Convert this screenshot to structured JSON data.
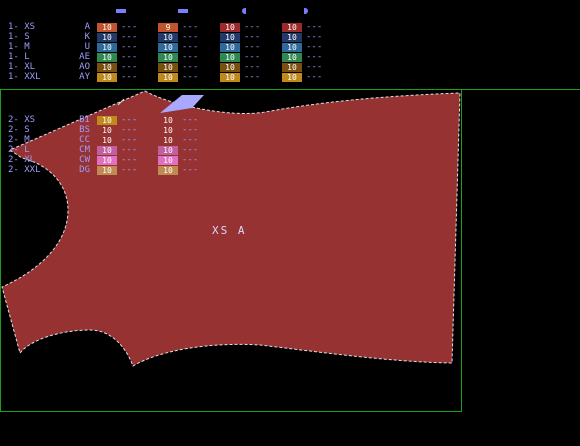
{
  "header_markers": [
    "bar",
    "bar",
    "half-circle",
    "half-circle"
  ],
  "colors": {
    "line": "#1aa01a",
    "piece_fill": "#973232",
    "piece_outline": "#e0e0e0",
    "label": "#9c9cff",
    "highlight": "#a8a8ff"
  },
  "group1": {
    "rows": [
      {
        "size": "1- XS",
        "code": "A",
        "cells": [
          {
            "v": "10",
            "c": "#c0542c"
          },
          {
            "v": "9",
            "c": "#c0542c"
          },
          {
            "v": "10",
            "c": "#9c2a2a"
          },
          {
            "v": "10",
            "c": "#9c2a2a"
          }
        ]
      },
      {
        "size": "1- S",
        "code": "K",
        "cells": [
          {
            "v": "10",
            "c": "#223a6a"
          },
          {
            "v": "10",
            "c": "#223a6a"
          },
          {
            "v": "10",
            "c": "#223a6a"
          },
          {
            "v": "10",
            "c": "#223a6a"
          }
        ]
      },
      {
        "size": "1- M",
        "code": "U",
        "cells": [
          {
            "v": "10",
            "c": "#2e6a9a"
          },
          {
            "v": "10",
            "c": "#2e6a9a"
          },
          {
            "v": "10",
            "c": "#2e6a9a"
          },
          {
            "v": "10",
            "c": "#2e6a9a"
          }
        ]
      },
      {
        "size": "1- L",
        "code": "AE",
        "cells": [
          {
            "v": "10",
            "c": "#2e8a52"
          },
          {
            "v": "10",
            "c": "#2e8a52"
          },
          {
            "v": "10",
            "c": "#2e8a52"
          },
          {
            "v": "10",
            "c": "#2e8a52"
          }
        ]
      },
      {
        "size": "1- XL",
        "code": "AO",
        "cells": [
          {
            "v": "10",
            "c": "#7a5010"
          },
          {
            "v": "10",
            "c": "#7a5010"
          },
          {
            "v": "10",
            "c": "#7a5010"
          },
          {
            "v": "10",
            "c": "#7a5010"
          }
        ]
      },
      {
        "size": "1- XXL",
        "code": "AY",
        "cells": [
          {
            "v": "10",
            "c": "#c08a1a"
          },
          {
            "v": "10",
            "c": "#c08a1a"
          },
          {
            "v": "10",
            "c": "#c08a1a"
          },
          {
            "v": "10",
            "c": "#c08a1a"
          }
        ]
      }
    ]
  },
  "group2": {
    "rows": [
      {
        "size": "2- XS",
        "code": "BI",
        "cells": [
          {
            "v": "10",
            "c": "#c08a1a"
          },
          {
            "v": "10",
            "c": "#973232"
          }
        ]
      },
      {
        "size": "2- S",
        "code": "BS",
        "cells": [
          {
            "v": "10",
            "c": "#973232"
          },
          {
            "v": "10",
            "c": "#973232"
          }
        ]
      },
      {
        "size": "2- M",
        "code": "CC",
        "cells": [
          {
            "v": "10",
            "c": "#973232"
          },
          {
            "v": "10",
            "c": "#973232"
          }
        ]
      },
      {
        "size": "2- L",
        "code": "CM",
        "cells": [
          {
            "v": "10",
            "c": "#c060a0"
          },
          {
            "v": "10",
            "c": "#c060a0"
          }
        ]
      },
      {
        "size": "2- XL",
        "code": "CW",
        "cells": [
          {
            "v": "10",
            "c": "#e070c0"
          },
          {
            "v": "10",
            "c": "#e070c0"
          }
        ]
      },
      {
        "size": "2- XXL",
        "code": "DG",
        "cells": [
          {
            "v": "10",
            "c": "#c08a50"
          },
          {
            "v": "10",
            "c": "#c08a50"
          }
        ]
      }
    ]
  },
  "dash_text": "---",
  "piece": {
    "label": "XS A"
  }
}
